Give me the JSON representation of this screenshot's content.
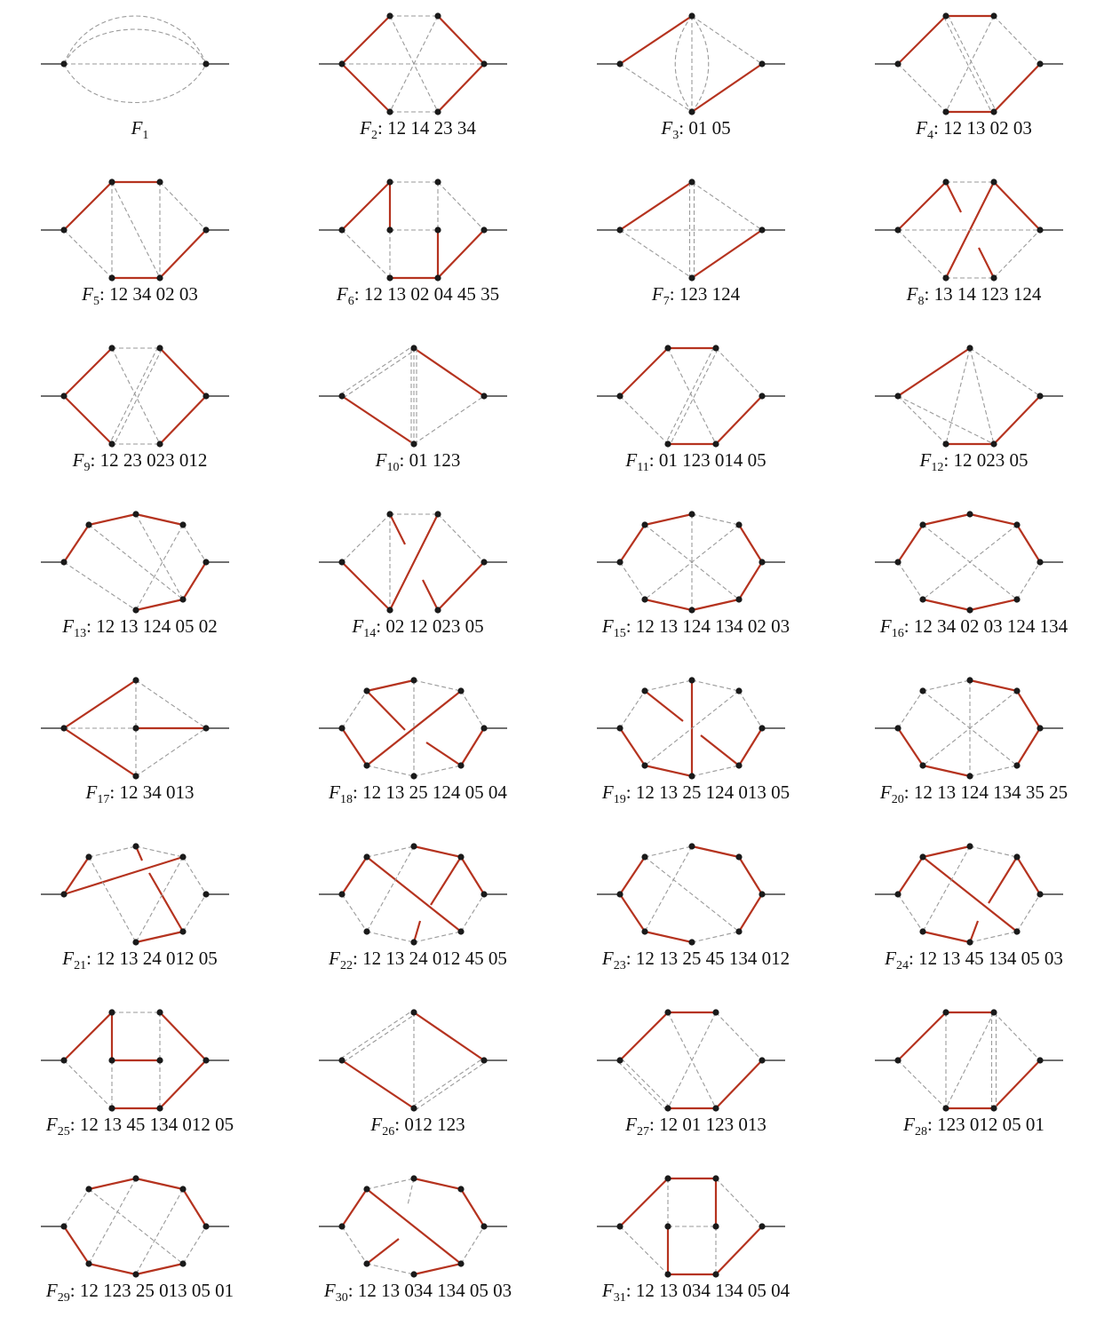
{
  "diagrams": [
    {
      "id": "F1",
      "sub": "1",
      "code": "",
      "dashed_arcs": true
    },
    {
      "id": "F2",
      "sub": "2",
      "code": "12 14 23 34"
    },
    {
      "id": "F3",
      "sub": "3",
      "code": "01 05"
    },
    {
      "id": "F4",
      "sub": "4",
      "code": "12 13 02 03"
    },
    {
      "id": "F5",
      "sub": "5",
      "code": "12 34 02 03"
    },
    {
      "id": "F6",
      "sub": "6",
      "code": "12 13 02 04 45 35"
    },
    {
      "id": "F7",
      "sub": "7",
      "code": "123 124"
    },
    {
      "id": "F8",
      "sub": "8",
      "code": "13 14 123 124"
    },
    {
      "id": "F9",
      "sub": "9",
      "code": "12 23 023 012"
    },
    {
      "id": "F10",
      "sub": "10",
      "code": "01 123"
    },
    {
      "id": "F11",
      "sub": "11",
      "code": "01 123 014 05"
    },
    {
      "id": "F12",
      "sub": "12",
      "code": "12 023 05"
    },
    {
      "id": "F13",
      "sub": "13",
      "code": "12 13 124 05 02"
    },
    {
      "id": "F14",
      "sub": "14",
      "code": "02 12 023 05"
    },
    {
      "id": "F15",
      "sub": "15",
      "code": "12 13 124 134 02 03"
    },
    {
      "id": "F16",
      "sub": "16",
      "code": "12 34 02 03 124 134"
    },
    {
      "id": "F17",
      "sub": "17",
      "code": "12 34 013"
    },
    {
      "id": "F18",
      "sub": "18",
      "code": "12 13 25 124 05 04"
    },
    {
      "id": "F19",
      "sub": "19",
      "code": "12 13 25 124 013 05"
    },
    {
      "id": "F20",
      "sub": "20",
      "code": "12 13 124 134 35 25"
    },
    {
      "id": "F21",
      "sub": "21",
      "code": "12 13 24 012 05"
    },
    {
      "id": "F22",
      "sub": "22",
      "code": "12 13 24 012 45 05"
    },
    {
      "id": "F23",
      "sub": "23",
      "code": "12 13 25 45 134 012"
    },
    {
      "id": "F24",
      "sub": "24",
      "code": "12 13 45 134 05 03"
    },
    {
      "id": "F25",
      "sub": "25",
      "code": "12 13 45 134 012 05"
    },
    {
      "id": "F26",
      "sub": "26",
      "code": "012 123"
    },
    {
      "id": "F27",
      "sub": "27",
      "code": "12 01 123 013"
    },
    {
      "id": "F28",
      "sub": "28",
      "code": "123 012 05 01"
    },
    {
      "id": "F29",
      "sub": "29",
      "code": "12 123 25 013 05 01"
    },
    {
      "id": "F30",
      "sub": "30",
      "code": "12 13 034 134 05 03"
    },
    {
      "id": "F31",
      "sub": "31",
      "code": "12 13 034 134 05 04"
    }
  ],
  "colors": {
    "cut_line": "#b5331f",
    "dashed_line": "#9a9a9a",
    "vertex": "#1a1a1a",
    "external_line": "#1a1a1a"
  }
}
